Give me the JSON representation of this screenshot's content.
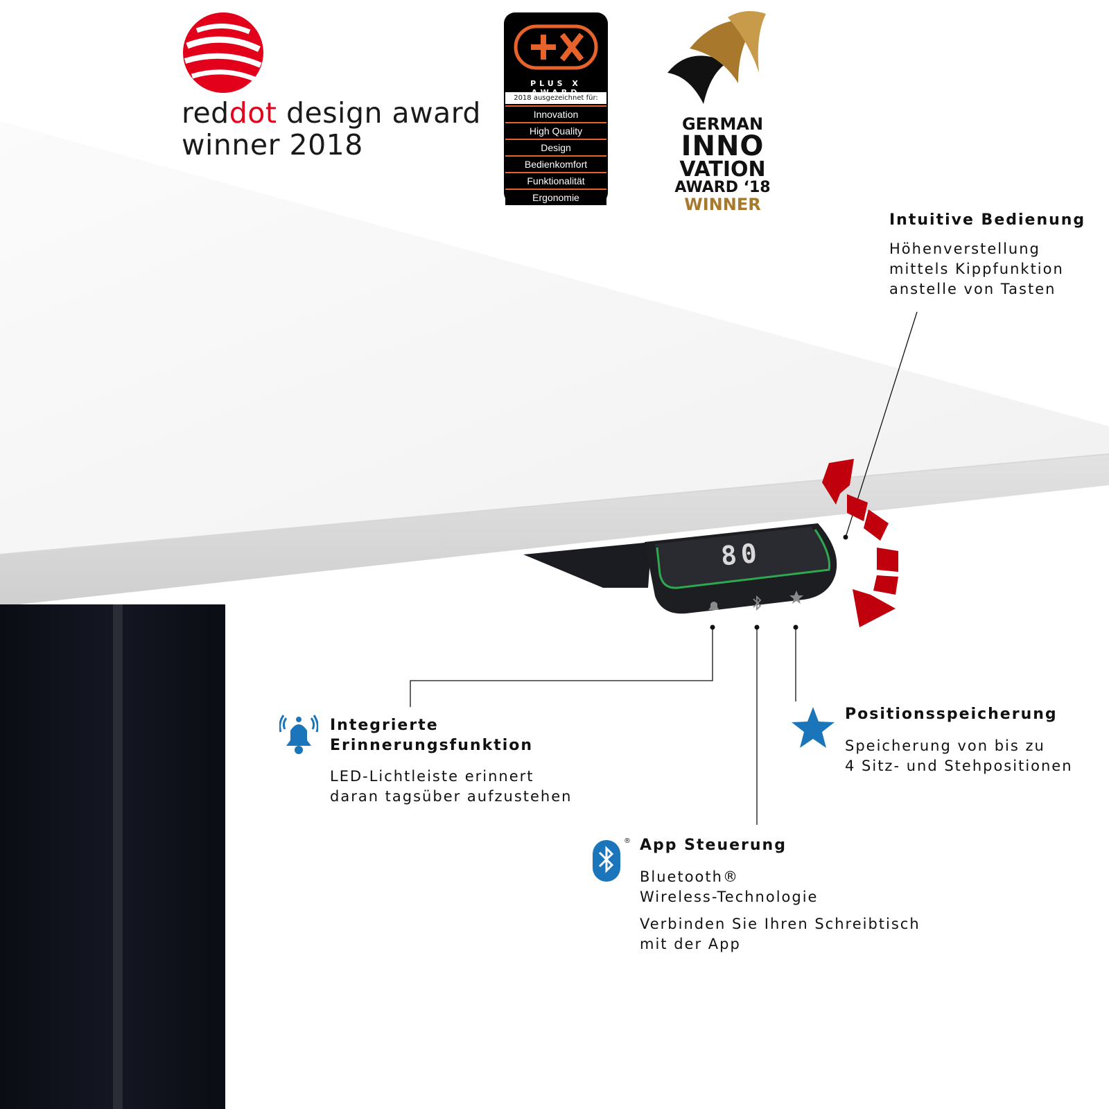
{
  "awards": {
    "reddot": {
      "brand_red": "red",
      "brand_dot": "dot",
      "brand_rest": " design award",
      "line2": "winner 2018",
      "color": "#e2001a"
    },
    "plusx": {
      "logo": "+X",
      "subtitle": "PLUS X AWARD",
      "header": "2018 ausgezeichnet für:",
      "items": [
        "Innovation",
        "High Quality",
        "Design",
        "Bedienkomfort",
        "Funktionalität",
        "Ergonomie"
      ],
      "accent": "#e8632b"
    },
    "german_innovation": {
      "line1": "GERMAN",
      "line2": "INNO",
      "line3": "VATION",
      "line4": "AWARD ‘18",
      "line5": "WINNER",
      "gold": "#a8792c"
    }
  },
  "control_panel": {
    "display_value": "80",
    "led_color": "#2fa84f",
    "buttons": [
      "bell-icon",
      "bluetooth-icon",
      "star-icon"
    ]
  },
  "features": {
    "intuitive": {
      "title": "Intuitive Bedienung",
      "lines": [
        "Höhenverstellung",
        "mittels Kippfunktion",
        "anstelle von Tasten"
      ]
    },
    "reminder": {
      "title_lines": [
        "Integrierte",
        "Erinnerungsfunktion"
      ],
      "lines": [
        "LED-Lichtleiste erinnert",
        "daran tagsüber aufzustehen"
      ],
      "icon": "bell-icon",
      "icon_color": "#1b75bb"
    },
    "position": {
      "title": "Positionsspeicherung",
      "lines": [
        "Speicherung von bis zu",
        "4 Sitz- und Stehpositionen"
      ],
      "icon": "star-icon",
      "icon_color": "#1b75bb"
    },
    "app": {
      "title": "App Steuerung",
      "lines": [
        "Bluetooth®",
        "Wireless-Technologie"
      ],
      "lines2": [
        "Verbinden Sie Ihren Schreibtisch",
        "mit der App"
      ],
      "icon": "bluetooth-icon",
      "icon_color": "#1b75bb",
      "registered_mark": "®"
    }
  },
  "arrow_color": "#c0000c"
}
